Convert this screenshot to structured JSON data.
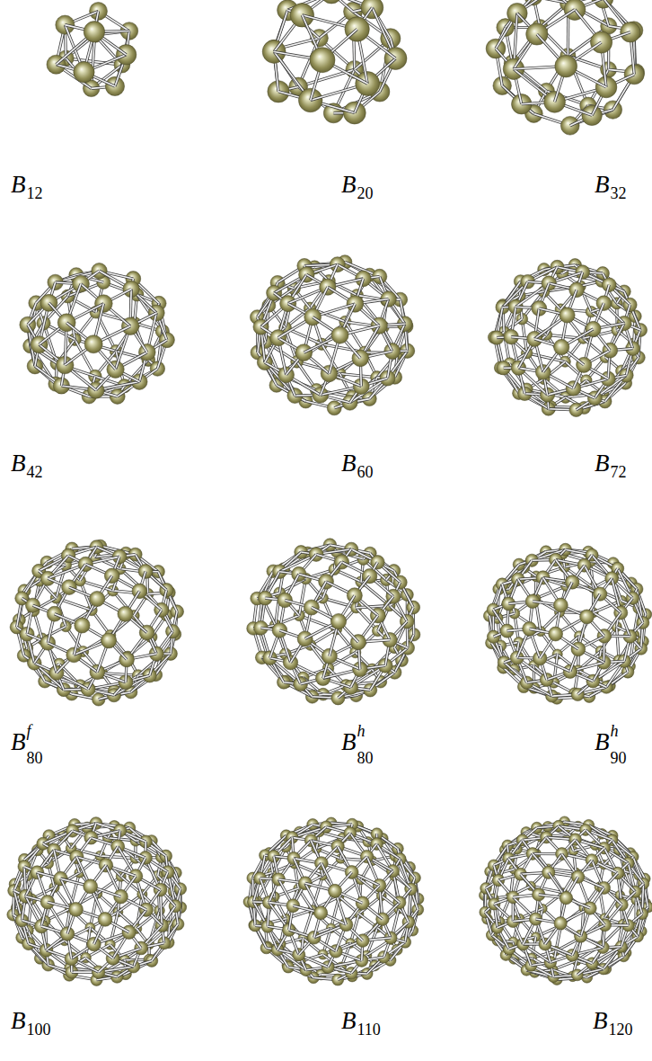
{
  "diagram": {
    "labels": [
      "B12",
      "B20",
      "B32",
      "B42",
      "B60",
      "B72",
      "Bf80",
      "Bh80",
      "Bh90",
      "B100",
      "B110",
      "B120"
    ]
  }
}
